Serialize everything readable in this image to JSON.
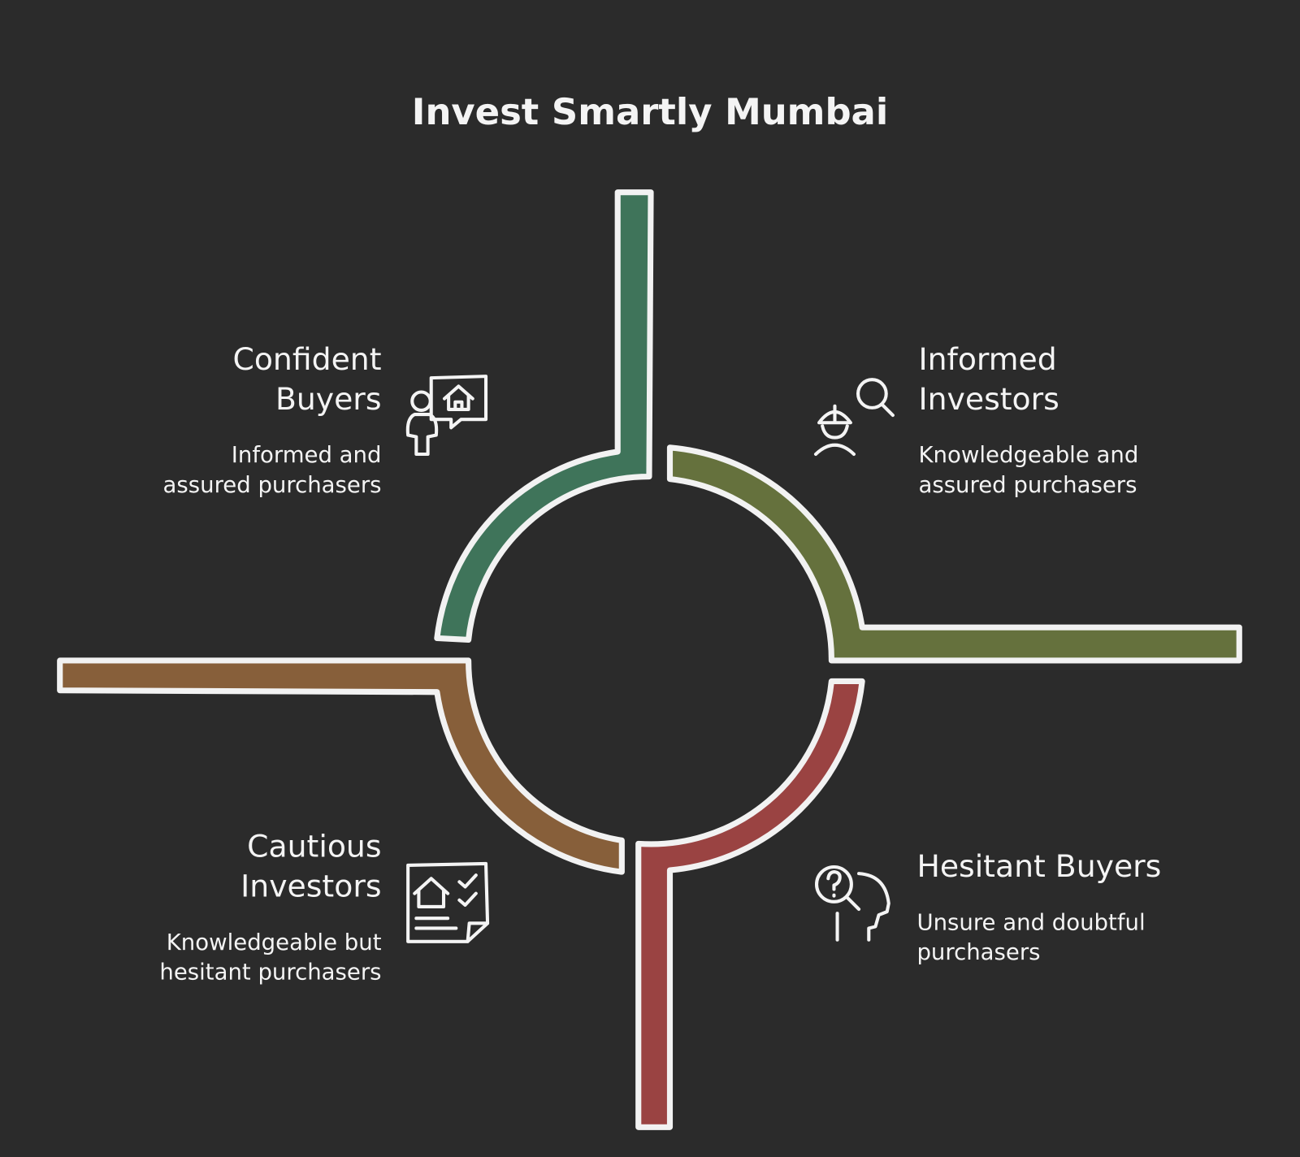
{
  "title": "Invest Smartly Mumbai",
  "quadrants": [
    {
      "label_lines": [
        "Confident",
        "Buyers"
      ],
      "desc_lines": [
        "Informed and",
        "assured purchasers"
      ],
      "color": "#3f745a",
      "icon": "person-house-speech-icon"
    },
    {
      "label_lines": [
        "Informed",
        "Investors"
      ],
      "desc_lines": [
        "Knowledgeable and",
        "assured purchasers"
      ],
      "color": "#65713d",
      "icon": "worker-magnifier-icon"
    },
    {
      "label_lines": [
        "Cautious",
        "Investors"
      ],
      "desc_lines": [
        "Knowledgeable but",
        "hesitant purchasers"
      ],
      "color": "#875f3a",
      "icon": "house-checklist-icon"
    },
    {
      "label_lines": [
        "Hesitant Buyers"
      ],
      "desc_lines": [
        "Unsure and doubtful",
        "purchasers"
      ],
      "color": "#9a4342",
      "icon": "head-question-icon"
    }
  ]
}
